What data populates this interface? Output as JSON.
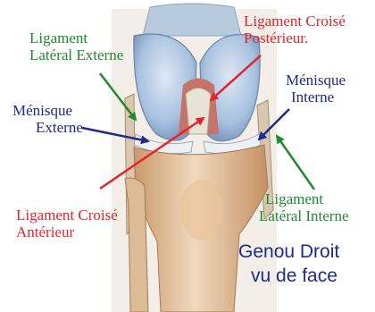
{
  "labels": {
    "lateral_externe": [
      "Ligament",
      "Latéral Externe"
    ],
    "menisque_externe": [
      "Ménisque",
      "Externe"
    ],
    "croise_anterieur": [
      "Ligament Croisé",
      "Antérieur"
    ],
    "croise_posterieur": [
      "Ligament Croisé",
      "Postérieur."
    ],
    "menisque_interne": [
      "Ménisque",
      "Interne"
    ],
    "lateral_interne": [
      "Ligament",
      "Latéral Interne"
    ]
  },
  "title": [
    "Genou Droit",
    "vu de face"
  ],
  "colors": {
    "green_label": "#1f8a2e",
    "red_label": "#e4242a",
    "navy_label": "#1e2a8c",
    "bone_cartilage": "#b9cde3",
    "bone_body": "#e8c9a6"
  }
}
